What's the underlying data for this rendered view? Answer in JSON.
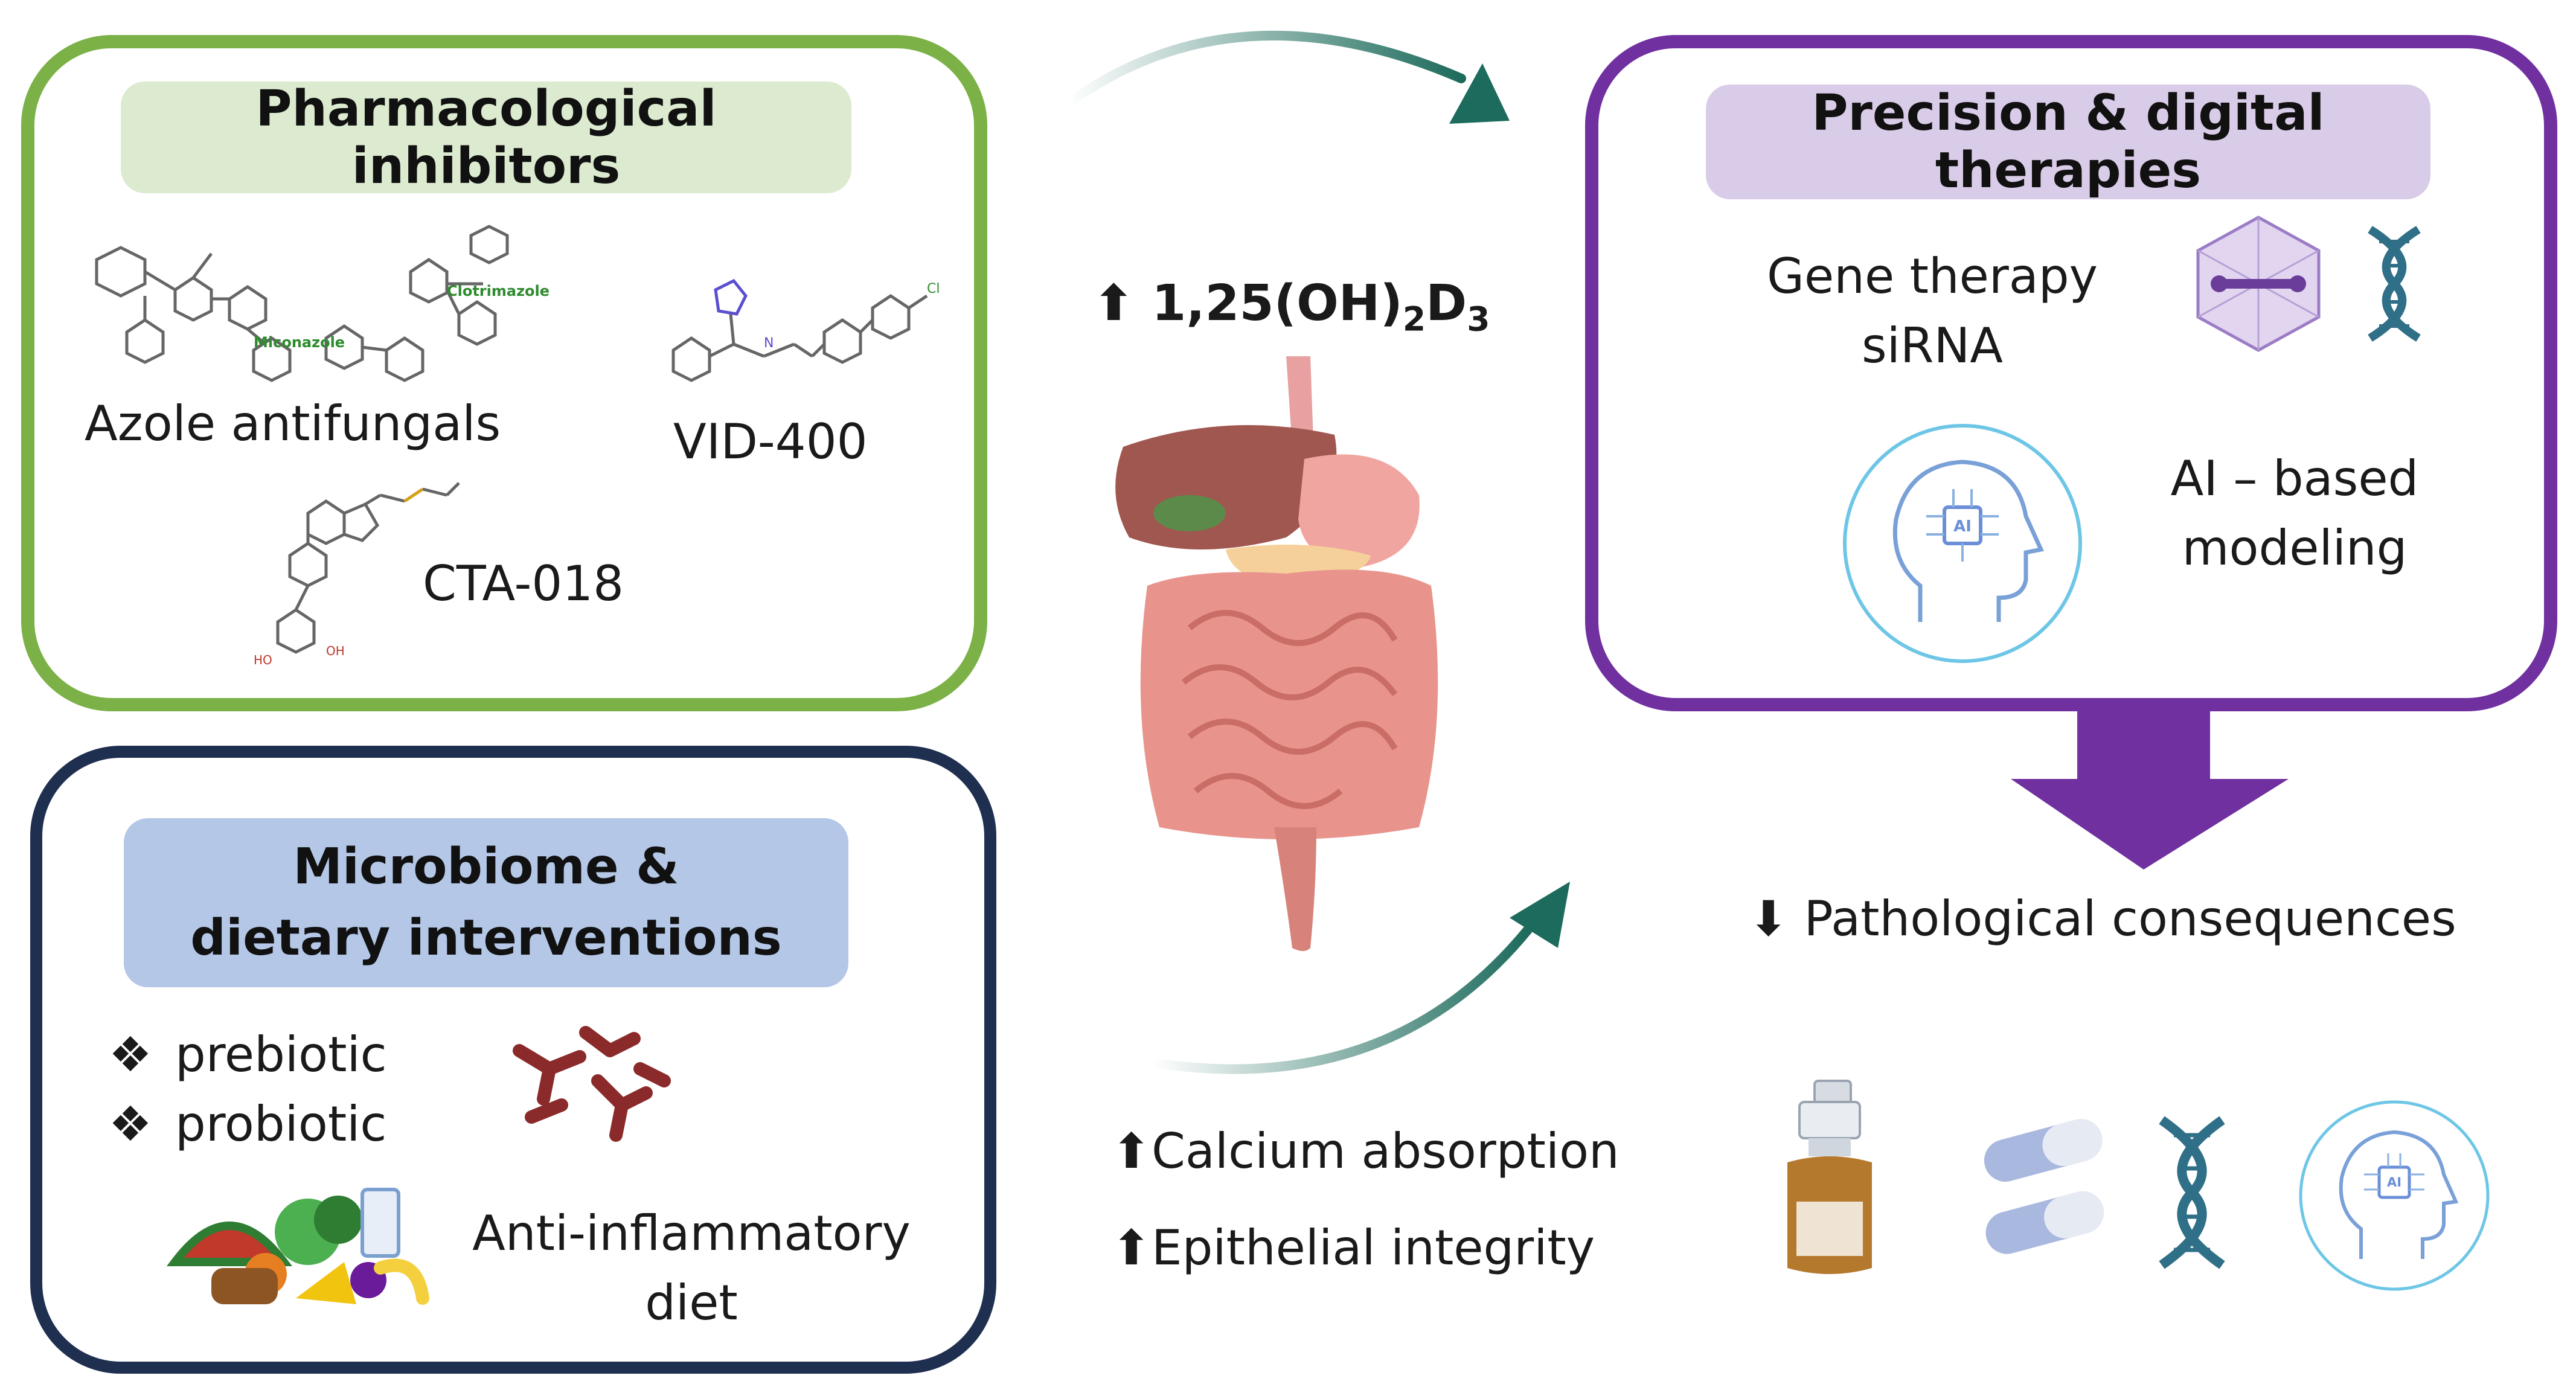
{
  "colors": {
    "pharma_border": "#7bb146",
    "pharma_pill": "#dcebd0",
    "precision_border": "#7030a0",
    "precision_pill": "#d9cce8",
    "microbiome_border": "#1f2f50",
    "microbiome_pill": "#b4c7e7",
    "arrow_teal": "#1d6b5c",
    "big_arrow": "#7030a0"
  },
  "pharmacological": {
    "title": "Pharmacological inhibitors",
    "items": {
      "azole": "Azole antifungals",
      "vid": "VID-400",
      "cta": "CTA-018"
    },
    "structure_labels": {
      "miconazole": "Miconazole",
      "clotrimazole": "Clotrimazole"
    }
  },
  "precision": {
    "title": "Precision & digital therapies",
    "gene_line1": "Gene therapy",
    "gene_line2": "siRNA",
    "ai_line1": "AI – based",
    "ai_line2": "modeling",
    "ai_chip": "AI"
  },
  "microbiome": {
    "title_line1": "Microbiome &",
    "title_line2": "dietary interventions",
    "bullets": [
      "prebiotic",
      "probiotic"
    ],
    "diet_line1": "Anti-inflammatory",
    "diet_line2": "diet"
  },
  "center": {
    "hormone_main": "1,25(OH)",
    "hormone_sub1": "2",
    "hormone_d": "D",
    "hormone_sub2": "3",
    "effects": [
      "Calcium absorption",
      "Epithelial integrity"
    ]
  },
  "outcome": {
    "text": "Pathological consequences",
    "bottom_ai_chip": "AI"
  },
  "icons": {
    "up_arrow": "up-arrow-icon",
    "down_arrow": "down-arrow-icon",
    "bullet": "four-diamond-bullet-icon"
  }
}
